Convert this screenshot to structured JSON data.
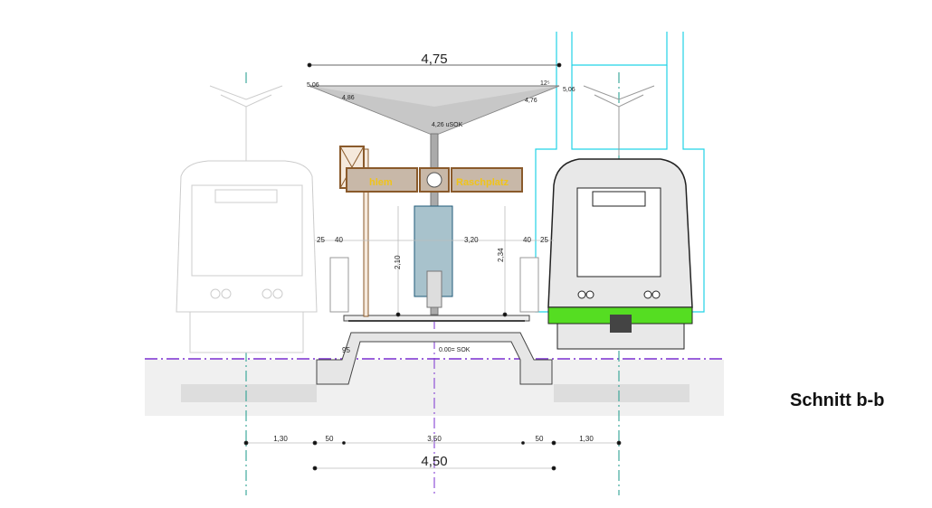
{
  "title": "Schnitt b-b",
  "signs": {
    "left": "hlem",
    "right": "Raschplatz"
  },
  "dimensions": {
    "roof_width": "4,75",
    "roof_left_height": "5,06",
    "roof_right_height": "5,06",
    "roof_inner_left": "4,86",
    "roof_inner_right": "4,76",
    "roof_low": "4,26 uSOK",
    "roof_offset": "12⁵",
    "left_25": "25",
    "left_40": "40",
    "middle_320": "3,20",
    "right_40": "40",
    "right_25": "25",
    "height_210": "2,10",
    "height_234": "2,34",
    "step_95": "95",
    "level_zero": "0.00= SOK",
    "bottom": [
      "1,30",
      "50",
      "3,50",
      "50",
      "1,30"
    ],
    "total_width": "4,50"
  },
  "colors": {
    "centerline": "#1a9a8a",
    "ground_axis": "#7a2fd0",
    "envelope": "#22d3e6",
    "tram_band": "#55dd22",
    "sign": "#8a5a2b",
    "sign_text": "#f0c419"
  }
}
